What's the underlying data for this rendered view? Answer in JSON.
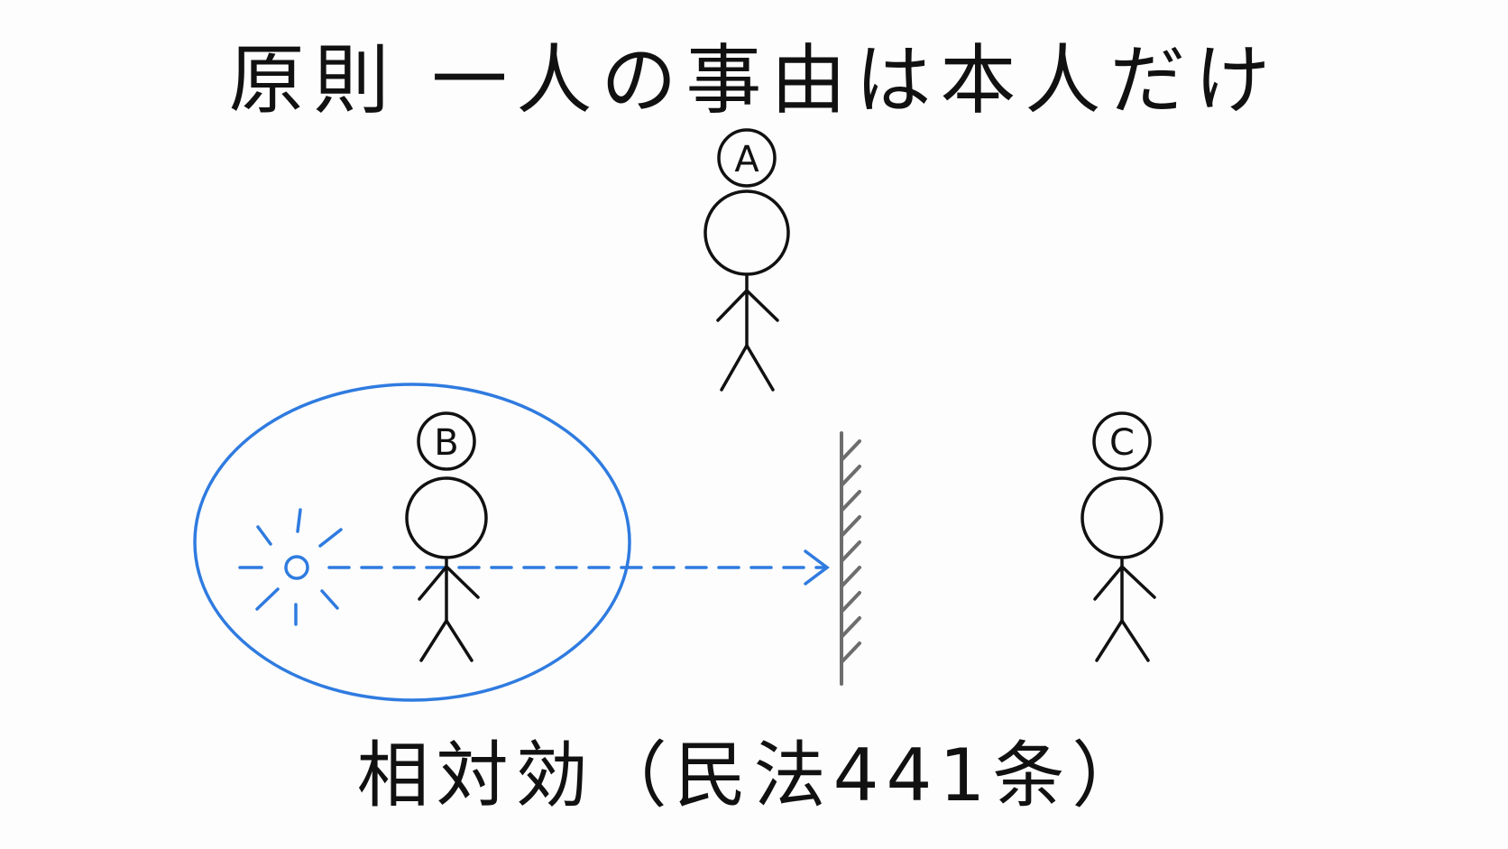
{
  "title": "原則 一人の事由は本人だけ",
  "footer": "相対効（民法441条）",
  "people": [
    {
      "id": "A",
      "label": "A"
    },
    {
      "id": "B",
      "label": "B"
    },
    {
      "id": "C",
      "label": "C"
    }
  ],
  "colors": {
    "ink": "#111111",
    "accent": "#2f7be0",
    "wall": "#6d6d6d"
  },
  "icons": {
    "event": "burst-icon",
    "effect": "dashed-arrow-icon",
    "barrier": "hatched-wall-icon"
  }
}
